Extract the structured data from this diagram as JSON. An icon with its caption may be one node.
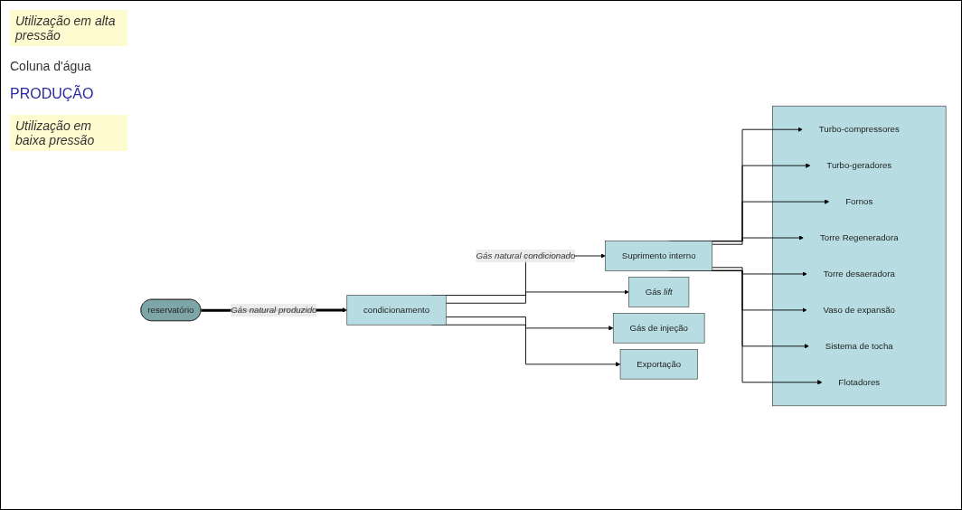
{
  "diagram": {
    "nodes": [
      {
        "text": [
          "reservatório"
        ]
      },
      {
        "text": [
          "condicionamento"
        ]
      },
      {
        "text": [
          "Suprimento interno"
        ]
      },
      {
        "text": [
          "Gás *lift*"
        ]
      },
      {
        "text": [
          "Gás de injeção"
        ]
      },
      {
        "text": [
          "Exportação"
        ]
      },
      {
        "text": [],
        "shape": "box"
      },
      {
        "text": [
          "Turbo-compressores"
        ],
        "in": 6
      },
      {
        "text": [
          "Turbo-geradores"
        ],
        "in": 6
      },
      {
        "text": [
          "Fornos"
        ],
        "in": 6
      },
      {
        "text": [
          "Torre Regeneradora"
        ],
        "in": 6
      },
      {
        "text": [
          "Torre desaeradora"
        ],
        "in": 6
      },
      {
        "text": [
          "Vaso de expansão"
        ],
        "in": 6
      },
      {
        "text": [
          "Sistema de tocha"
        ],
        "in": 6
      },
      {
        "text": [
          "Flotadores"
        ],
        "in": 6
      }
    ],
    "edges": [
      {
        "from": 0,
        "to": 1,
        "arrow": "to",
        "label": "Gás natural produzido",
        "style": "thick"
      },
      {
        "from": 1,
        "to": 2,
        "arrow": "to",
        "label": "Gás natural condicionado"
      },
      {
        "from": 1,
        "to": 3,
        "arrow": "to"
      },
      {
        "from": 1,
        "to": 4,
        "arrow": "to"
      },
      {
        "from": 1,
        "to": 5,
        "arrow": "to"
      },
      {
        "from": 2,
        "to": 7,
        "arrow": "to"
      },
      {
        "from": 2,
        "to": 8,
        "arrow": "to"
      },
      {
        "from": 2,
        "to": 9,
        "arrow": "to"
      },
      {
        "from": 2,
        "to": 10,
        "arrow": "to"
      },
      {
        "from": 2,
        "to": 11,
        "arrow": "to"
      },
      {
        "from": 2,
        "to": 12,
        "arrow": "to"
      },
      {
        "from": 2,
        "to": 13,
        "arrow": "to"
      },
      {
        "from": 2,
        "to": 14,
        "arrow": "to"
      }
    ],
    "labels": [
      "Utilização em alta pressão",
      "Coluna d'água",
      "PRODUÇÃO",
      "Utilização em baixa pressão"
    ]
  }
}
